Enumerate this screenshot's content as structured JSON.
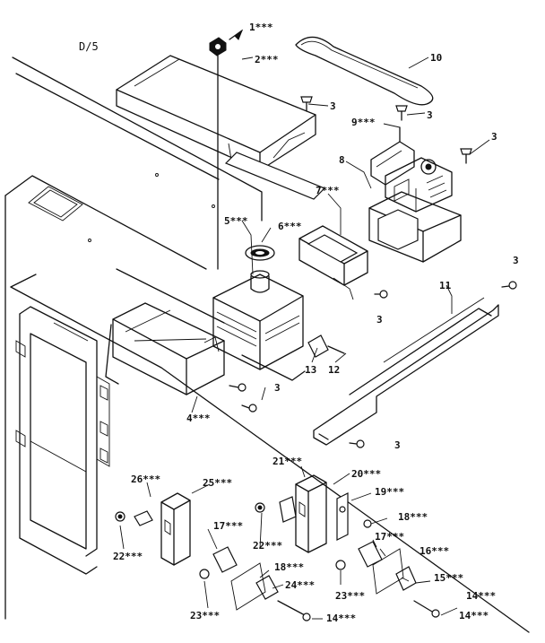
{
  "diagram": {
    "corner_label": "D/5",
    "callouts": [
      {
        "id": "c1",
        "text": "1***"
      },
      {
        "id": "c2",
        "text": "2***"
      },
      {
        "id": "c10",
        "text": "10"
      },
      {
        "id": "c3a",
        "text": "3"
      },
      {
        "id": "c9",
        "text": "9***"
      },
      {
        "id": "c3b",
        "text": "3"
      },
      {
        "id": "c3c",
        "text": "3"
      },
      {
        "id": "c8",
        "text": "8"
      },
      {
        "id": "c7",
        "text": "7***"
      },
      {
        "id": "c5",
        "text": "5***"
      },
      {
        "id": "c6",
        "text": "6***"
      },
      {
        "id": "c3d",
        "text": "3"
      },
      {
        "id": "c11",
        "text": "11"
      },
      {
        "id": "c3e",
        "text": "3"
      },
      {
        "id": "c13",
        "text": "13"
      },
      {
        "id": "c12",
        "text": "12"
      },
      {
        "id": "c3f",
        "text": "3"
      },
      {
        "id": "c4",
        "text": "4***"
      },
      {
        "id": "c3g",
        "text": "3"
      },
      {
        "id": "c21",
        "text": "21***"
      },
      {
        "id": "c20",
        "text": "20***"
      },
      {
        "id": "c26",
        "text": "26***"
      },
      {
        "id": "c25",
        "text": "25***"
      },
      {
        "id": "c19",
        "text": "19***"
      },
      {
        "id": "c18a",
        "text": "18***"
      },
      {
        "id": "c17a",
        "text": "17***"
      },
      {
        "id": "c22a",
        "text": "22***"
      },
      {
        "id": "c17b",
        "text": "17***"
      },
      {
        "id": "c16a",
        "text": "16***"
      },
      {
        "id": "c22b",
        "text": "22***"
      },
      {
        "id": "c18b",
        "text": "18***"
      },
      {
        "id": "c24",
        "text": "24***"
      },
      {
        "id": "c15",
        "text": "15***"
      },
      {
        "id": "c23a",
        "text": "23***"
      },
      {
        "id": "c14a",
        "text": "14***"
      },
      {
        "id": "c23b",
        "text": "23***"
      },
      {
        "id": "c14b",
        "text": "14***"
      },
      {
        "id": "c14c",
        "text": "14***"
      }
    ]
  }
}
